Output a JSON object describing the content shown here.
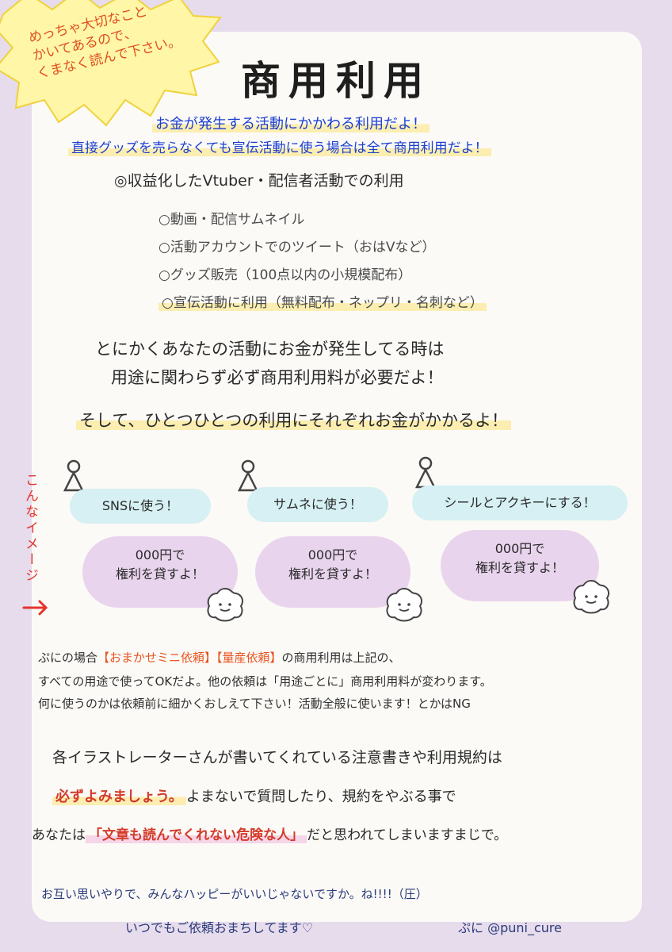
{
  "colors": {
    "background": "#e6dcec",
    "paper": "#fbfaf7",
    "accent_orange": "#e9541f",
    "blue_text": "#1c3fd0",
    "highlight_yellow": "#fbeeb0",
    "speech_blue": "#d6f0f3",
    "bubble_pink": "#e9d4ee",
    "arrow_red": "#e4352d"
  },
  "burst": {
    "line1": "めっちゃ大切なこと",
    "line2": "かいてあるので、",
    "line3": "くまなく読んで下さい。"
  },
  "title": "商用利用",
  "intro": {
    "line1": "お金が発生する活動にかかわる利用だよ！",
    "line2": "直接グッズを売らなくても宣伝活動に使う場合は全て商用利用だよ！"
  },
  "example_heading": "◎収益化したVtuber・配信者活動での利用",
  "examples": [
    "○動画・配信サムネイル",
    "○活動アカウントでのツイート（おはVなど）",
    "○グッズ販売（100点以内の小規模配布）",
    "○宣伝活動に利用（無料配布・ネップリ・名刺など）"
  ],
  "notice": {
    "line1": "とにかくあなたの活動にお金が発生してる時は",
    "line2": "用途に関わらず必ず商用利用料が必要だよ！",
    "line3": "そして、ひとつひとつの利用にそれぞれお金がかかるよ！"
  },
  "image_label": "こんなイメージ",
  "scenarios": [
    {
      "request": "SNSに使う！",
      "price": "000円で",
      "grant": "権利を貸すよ！"
    },
    {
      "request": "サムネに使う！",
      "price": "000円で",
      "grant": "権利を貸すよ！"
    },
    {
      "request": "シールとアクキーにする！",
      "price": "000円で",
      "grant": "権利を貸すよ！"
    }
  ],
  "puni": {
    "l1_pre": "ぷにの場合",
    "l1_tag1": "【おまかせミニ依頼】",
    "l1_tag2": "【量産依頼】",
    "l1_post": "の商用利用は上記の、",
    "l2": "すべての用途で使ってOKだよ。他の依頼は「用途ごとに」商用利用料が変わります。",
    "l3": "何に使うのかは依頼前に細かくおしえて下さい！活動全般に使います！とかはNG"
  },
  "rules": {
    "l1": "各イラストレーターさんが書いてくれている注意書きや利用規約は",
    "l2_strong": "必ずよみましょう。",
    "l2_rest": "よまないで質問したり、規約をやぶる事で",
    "l3_pre": "あなたは",
    "l3_strong": "「文章も読んでくれない危険な人」",
    "l3_post": "だと思われてしまいますまじで。"
  },
  "footer": {
    "line1": "お互い思いやりで、みんなハッピーがいいじゃないですか。ね!!!!（圧）",
    "line2": "いつでもご依頼おまちしてます♡",
    "signature": "ぷに @puni_cure"
  }
}
